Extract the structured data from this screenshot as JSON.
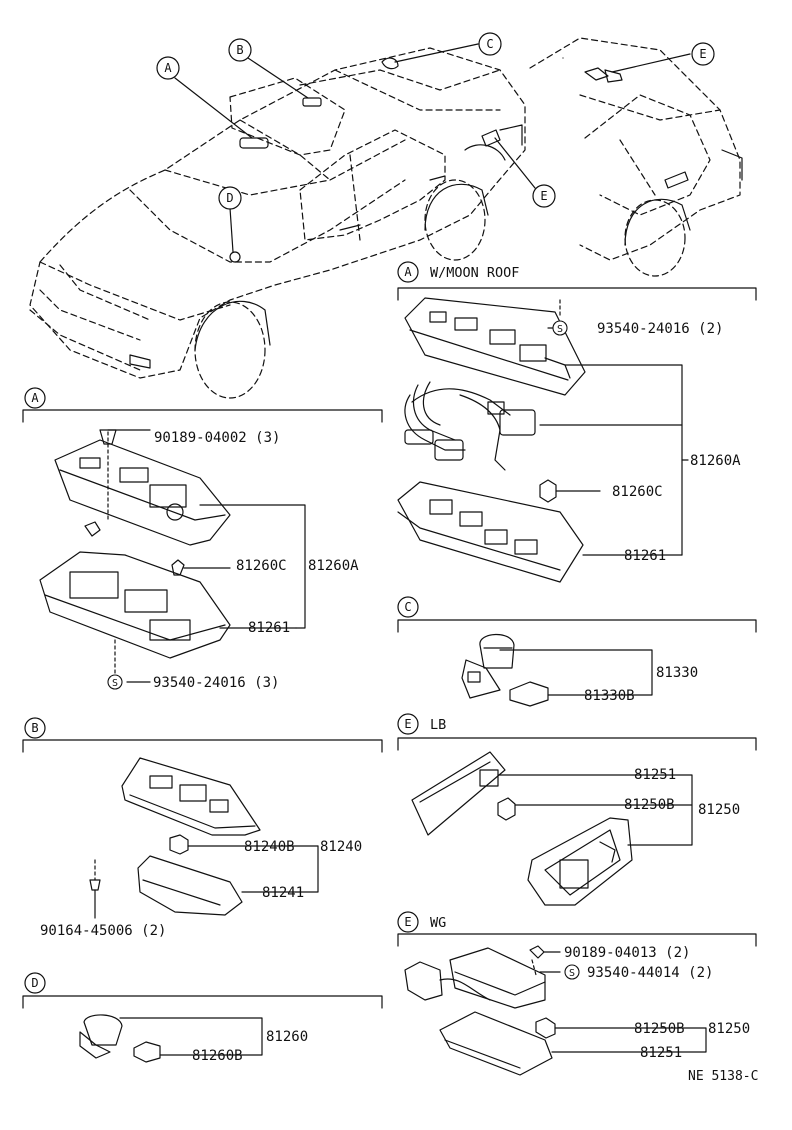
{
  "callouts": [
    "A",
    "B",
    "C",
    "D",
    "E",
    "E"
  ],
  "sections": {
    "a_moon": {
      "letter": "A",
      "title": "W/MOON ROOF",
      "s_mark": "S",
      "screw": "93540-24016 (2)",
      "assy": "81260A",
      "bulb": "81260C",
      "lens": "81261"
    },
    "a": {
      "letter": "A",
      "screw": "90189-04002 (3)",
      "bulb": "81260C",
      "assy": "81260A",
      "lens": "81261",
      "s_mark": "S",
      "screw2": "93540-24016 (3)"
    },
    "b": {
      "letter": "B",
      "bulb": "81240B",
      "assy": "81240",
      "lens": "81241",
      "screw": "90164-45006 (2)"
    },
    "c": {
      "letter": "C",
      "assy": "81330",
      "bulb": "81330B"
    },
    "d": {
      "letter": "D",
      "assy": "81260",
      "bulb": "81260B"
    },
    "e_lb": {
      "letter": "E",
      "title": "LB",
      "lens": "81251",
      "bulb": "81250B",
      "assy": "81250"
    },
    "e_wg": {
      "letter": "E",
      "title": "WG",
      "screw": "90189-04013 (2)",
      "s_mark": "S",
      "screw2": "93540-44014 (2)",
      "bulb": "81250B",
      "assy": "81250",
      "lens": "81251"
    }
  },
  "footer": {
    "code": "NE 5138-C"
  }
}
